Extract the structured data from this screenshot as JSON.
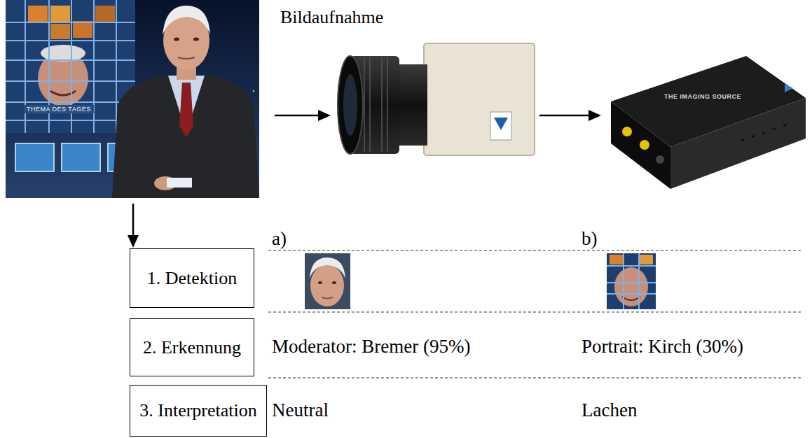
{
  "diagram": {
    "nodes": [
      {
        "text": [
          "THEMA DES TAGES"
        ]
      },
      {
        "text": [
          "Bildaufnahme"
        ]
      },
      {
        "text": [
          "THE IMAGING SOURCE"
        ]
      },
      {
        "text": [
          "1. Detektion"
        ]
      },
      {
        "text": [
          "2. Erkennung"
        ]
      },
      {
        "text": [
          "3. Interpretation"
        ]
      }
    ],
    "edges": [
      {
        "from": 0,
        "to": 1,
        "arrow": "to"
      },
      {
        "from": 1,
        "to": 2,
        "arrow": "to"
      },
      {
        "from": 0,
        "to": 3,
        "arrow": "to"
      }
    ],
    "labels": [
      "a)",
      "b)",
      "Moderator: Bremer (95%)",
      "Portrait: Kirch (30%)",
      "Neutral",
      "Lachen"
    ]
  }
}
